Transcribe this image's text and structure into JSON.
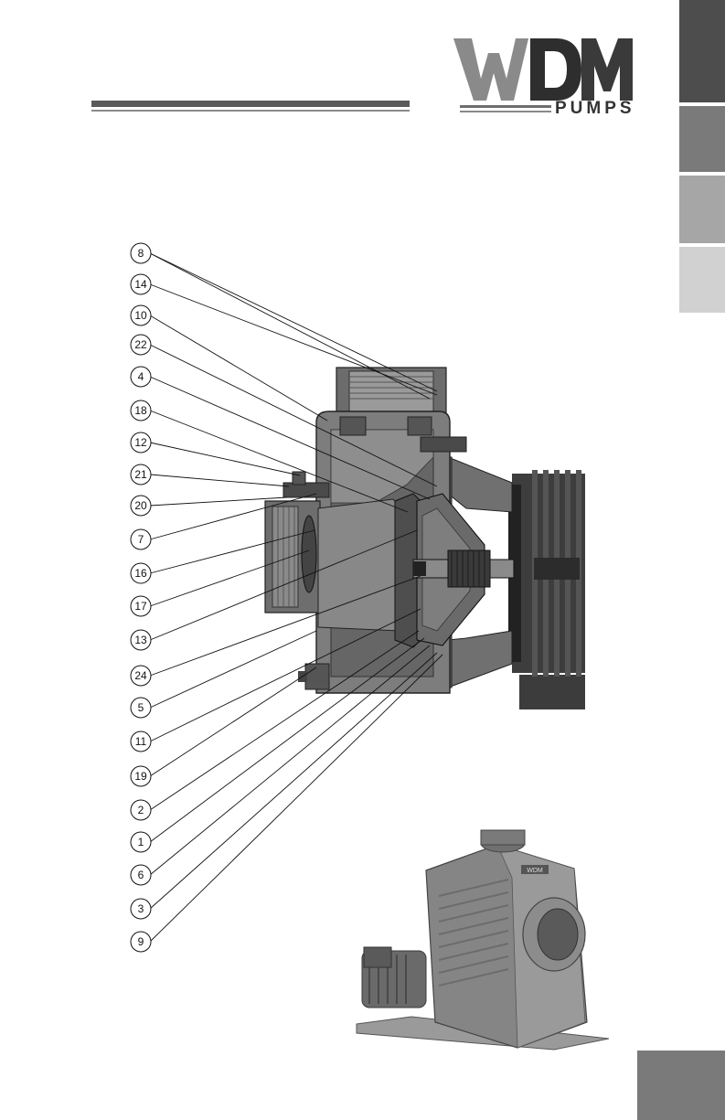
{
  "logo": {
    "wordmark": "WDM",
    "subtitle": "PUMPS"
  },
  "colors": {
    "tab1": "#4d4d4d",
    "tab2": "#7a7a7a",
    "tab3": "#a6a6a6",
    "tab4": "#d1d1d1",
    "casing": "#7d7d7d",
    "shaded": "#5e5e5e"
  },
  "diagram": {
    "callouts": [
      "8",
      "14",
      "10",
      "22",
      "4",
      "18",
      "12",
      "21",
      "20",
      "7",
      "16",
      "17",
      "13",
      "24",
      "5",
      "11",
      "19",
      "2",
      "1",
      "6",
      "3",
      "9"
    ]
  },
  "photo": {
    "label": "WDM"
  }
}
